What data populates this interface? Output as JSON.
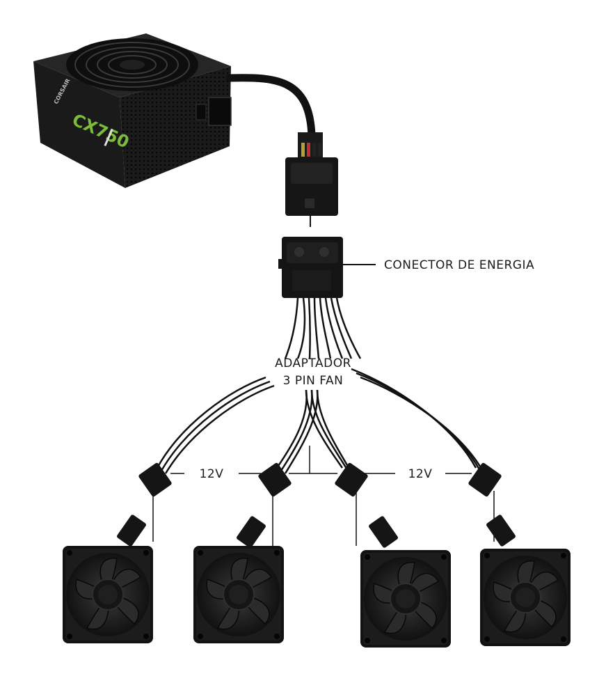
{
  "psu": {
    "brand": "CORSAIR",
    "model": "CX750"
  },
  "labels": {
    "connector": "CONECTOR DE ENERGIA",
    "adapter_line1": "ADAPTADOR",
    "adapter_line2": "3 PIN FAN",
    "voltage_left": "12V",
    "voltage_right": "12V"
  },
  "colors": {
    "hardware": "#151515",
    "wire": "#111111",
    "brand_accent": "#7dbb3a",
    "background": "#ffffff"
  },
  "fans": [
    {
      "id": "fan-1"
    },
    {
      "id": "fan-2"
    },
    {
      "id": "fan-3"
    },
    {
      "id": "fan-4"
    }
  ]
}
